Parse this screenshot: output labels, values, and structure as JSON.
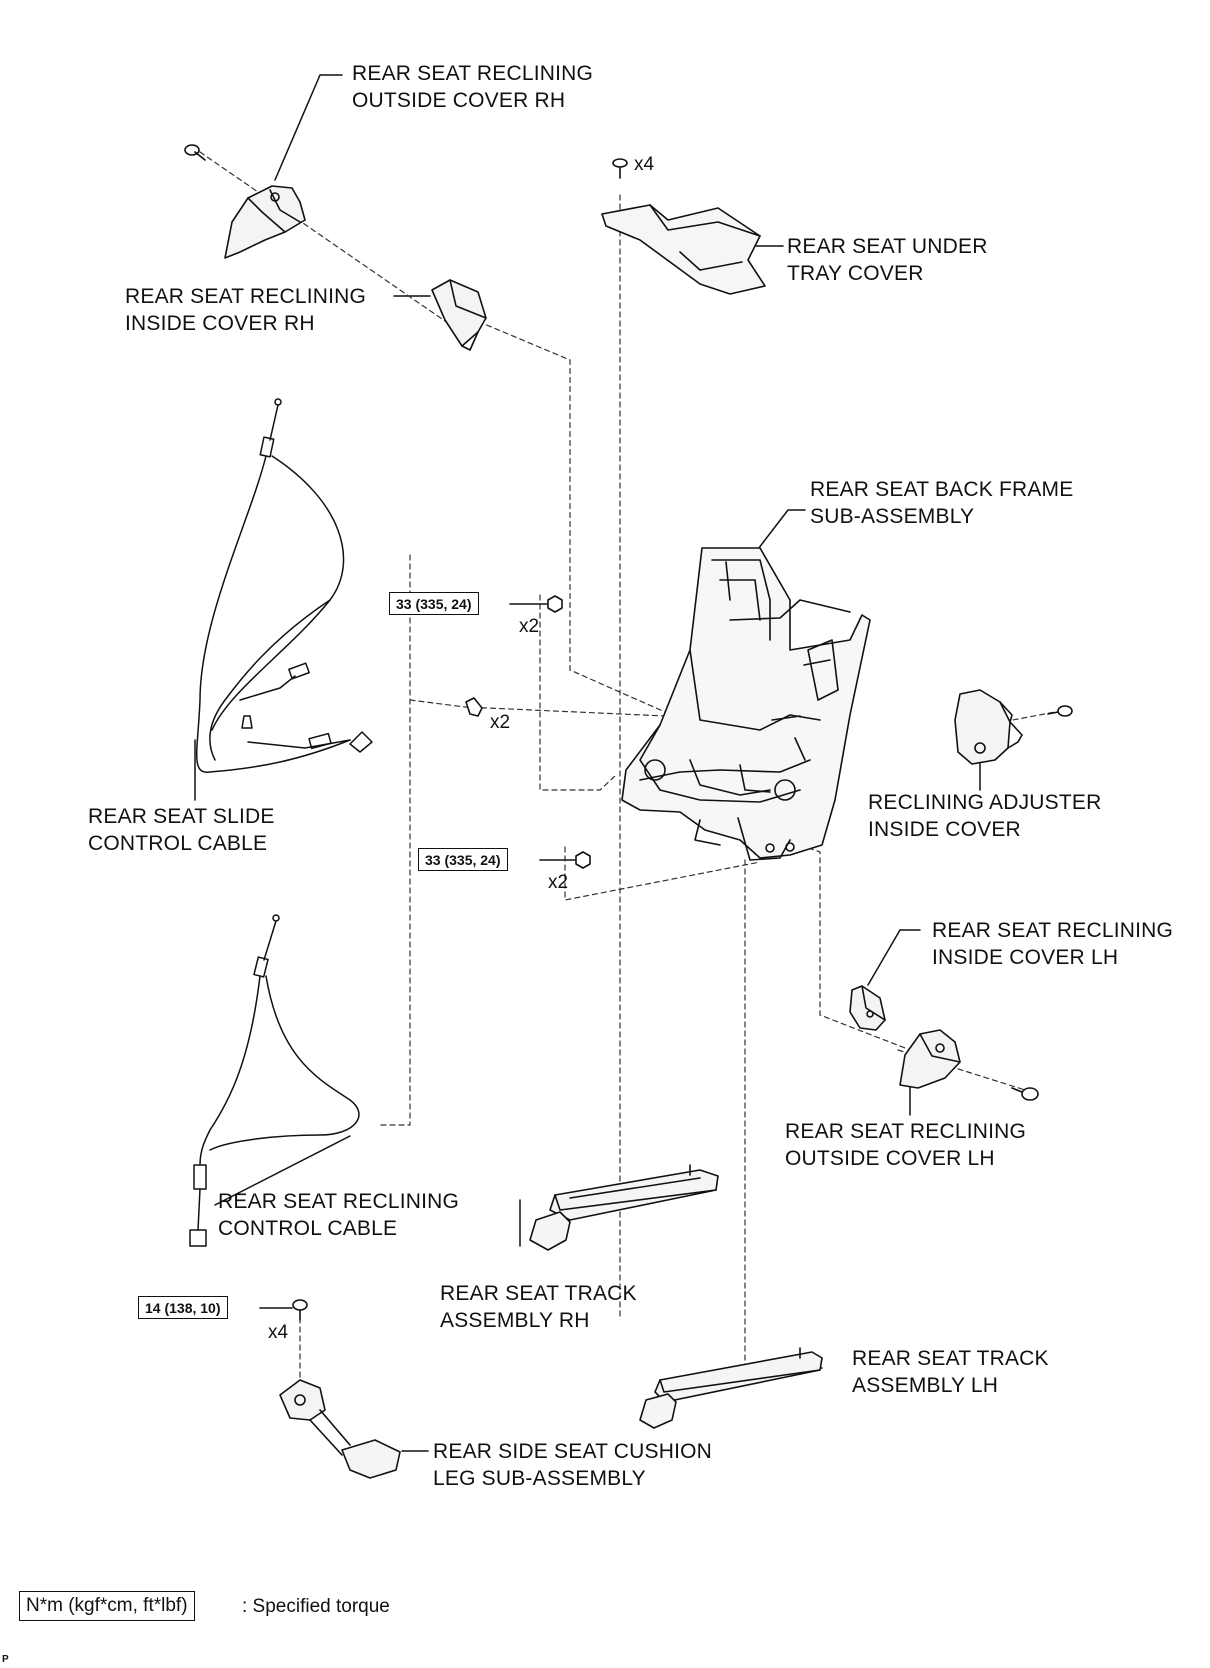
{
  "labels": {
    "outside_cover_rh": "REAR SEAT RECLINING\nOUTSIDE COVER RH",
    "under_tray_cover": "REAR SEAT UNDER\nTRAY COVER",
    "inside_cover_rh": "REAR SEAT RECLINING\nINSIDE COVER RH",
    "back_frame": "REAR SEAT BACK FRAME\nSUB-ASSEMBLY",
    "adjuster_inside_cover": "RECLINING ADJUSTER\nINSIDE COVER",
    "slide_control_cable": "REAR SEAT SLIDE\nCONTROL CABLE",
    "inside_cover_lh": "REAR SEAT RECLINING\nINSIDE COVER LH",
    "outside_cover_lh": "REAR SEAT RECLINING\nOUTSIDE COVER LH",
    "reclining_control_cable": "REAR SEAT RECLINING\nCONTROL CABLE",
    "track_rh": "REAR SEAT TRACK\nASSEMBLY RH",
    "track_lh": "REAR SEAT TRACK\nASSEMBLY LH",
    "cushion_leg": "REAR SIDE SEAT CUSHION\nLEG SUB-ASSEMBLY"
  },
  "torques": {
    "upper_nut": "33 (335, 24)",
    "lower_nut": "33 (335, 24)",
    "leg_bolt": "14 (138, 10)"
  },
  "quantities": {
    "tray_screws": "x4",
    "upper_nuts": "x2",
    "clips": "x2",
    "lower_nuts": "x2",
    "leg_bolts": "x4"
  },
  "legend": {
    "box": "N*m (kgf*cm, ft*lbf)",
    "text": ": Specified torque"
  },
  "corner_mark": "P"
}
